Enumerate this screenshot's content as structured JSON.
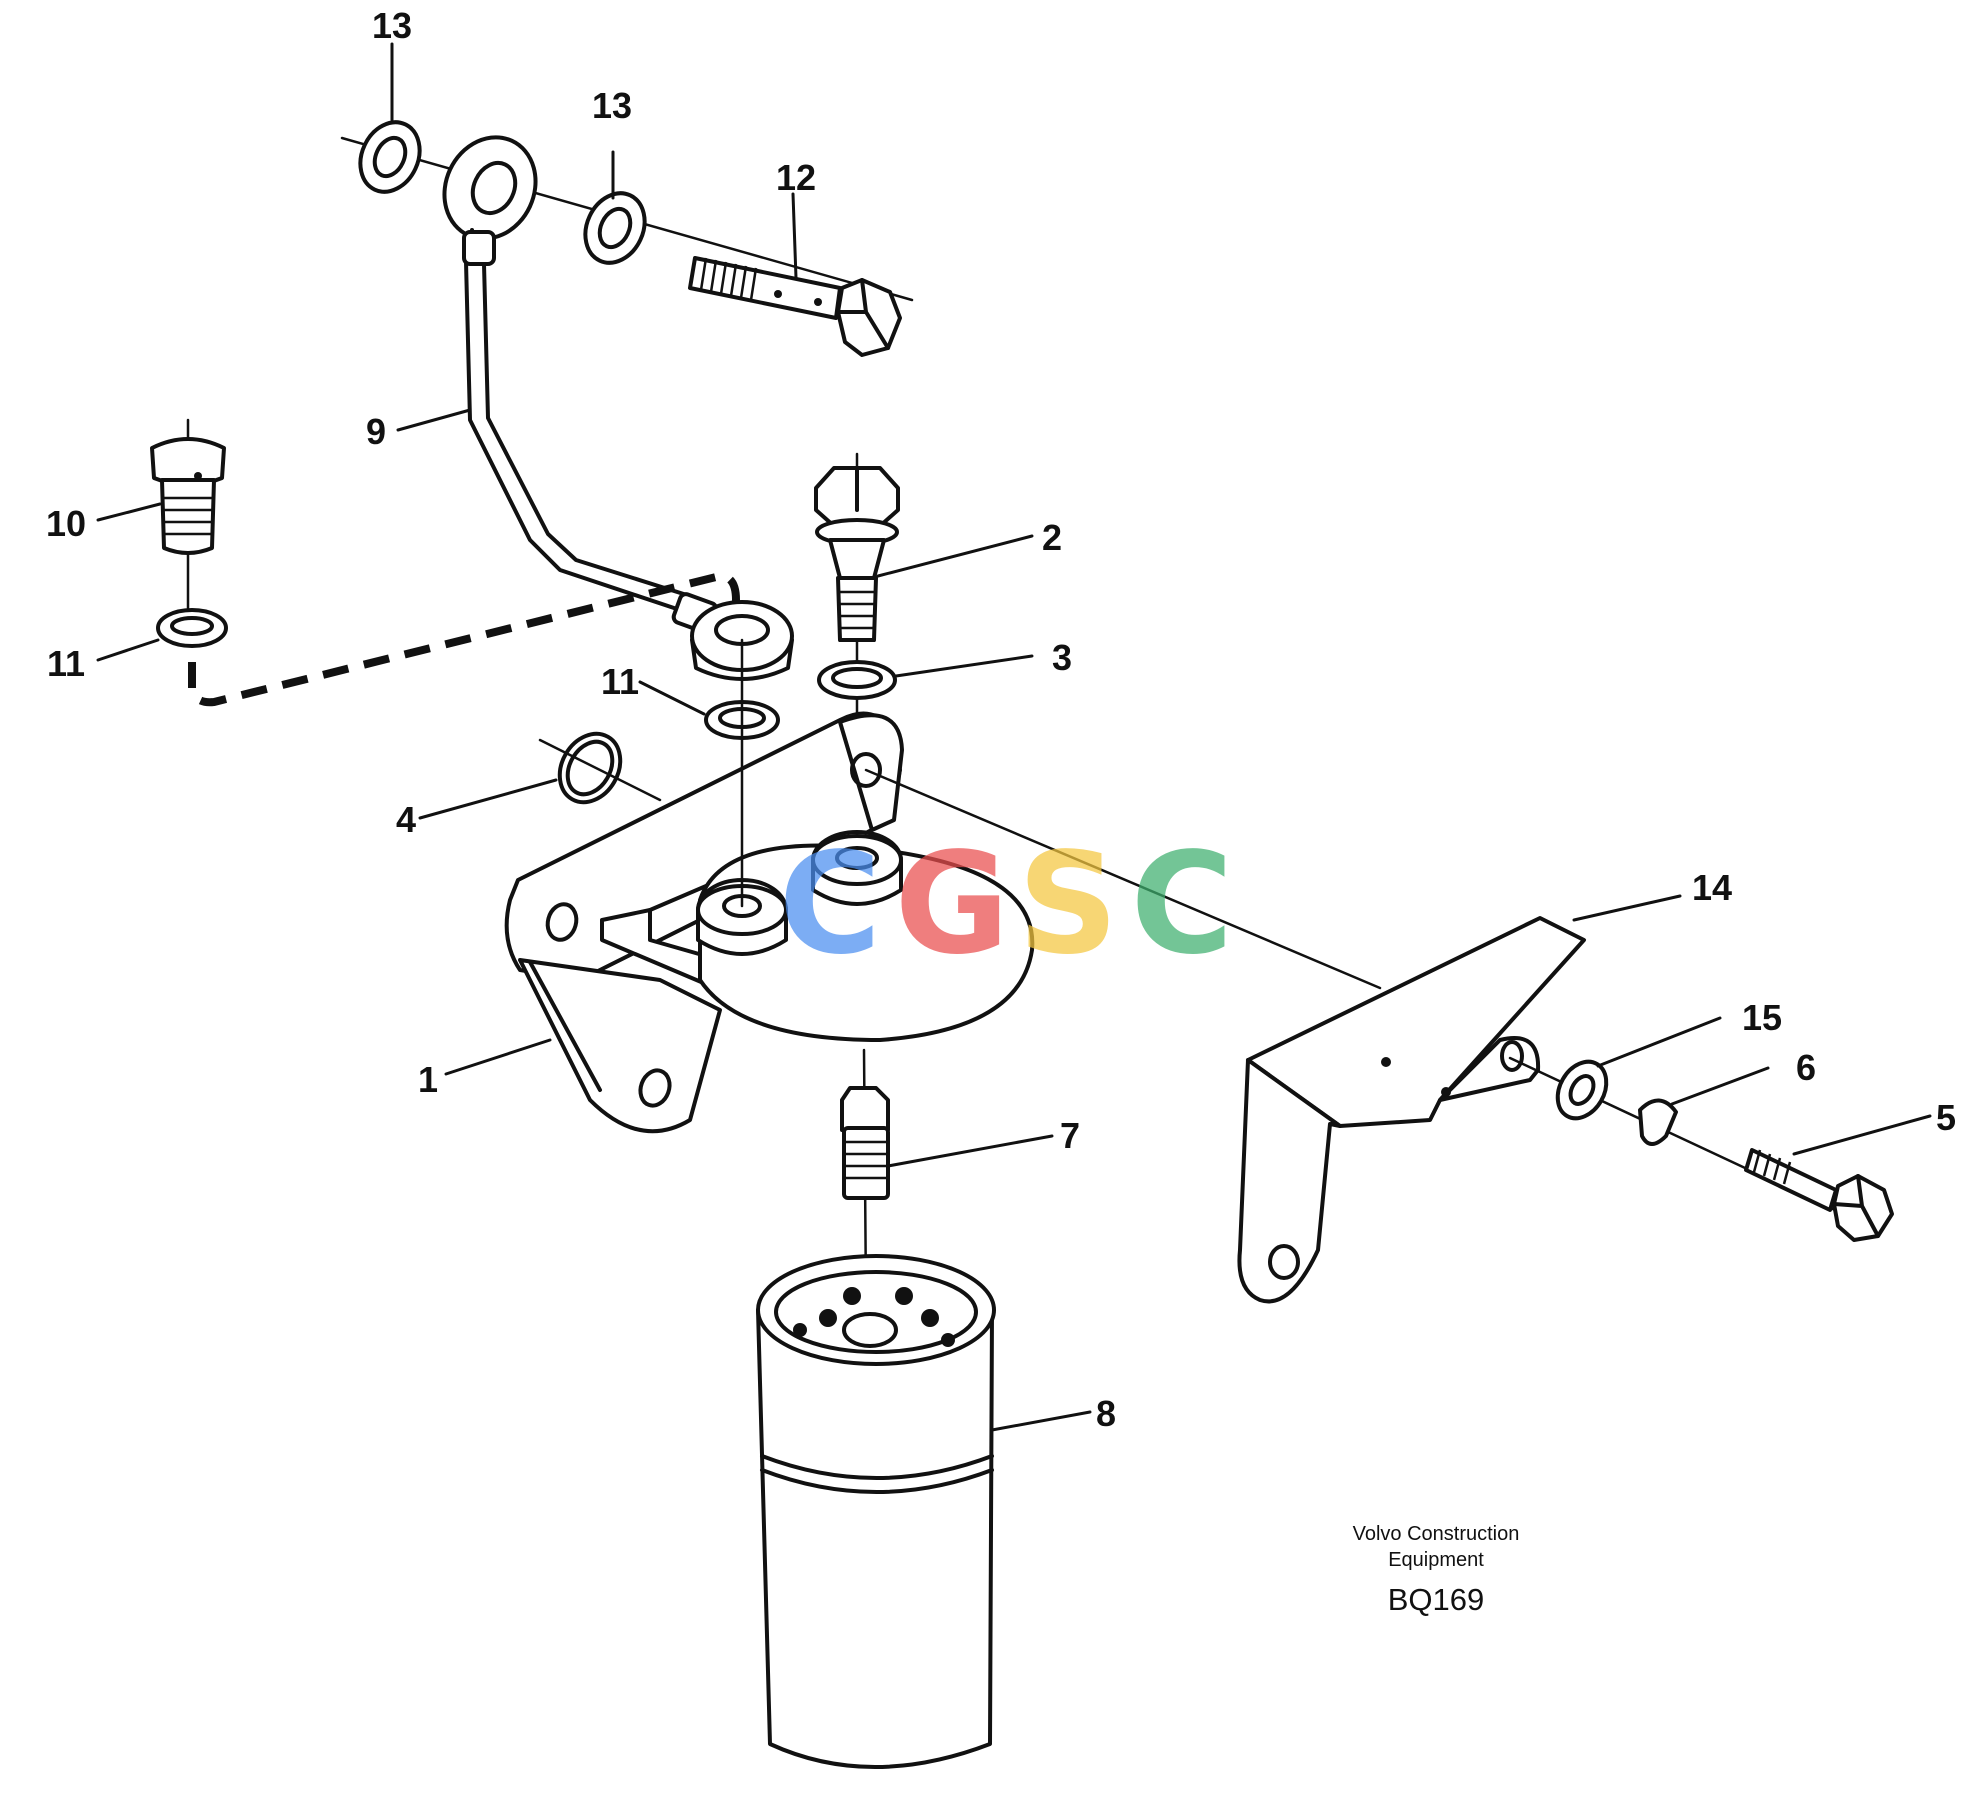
{
  "callouts": {
    "c1": "1",
    "c2": "2",
    "c3": "3",
    "c4": "4",
    "c5": "5",
    "c6": "6",
    "c7": "7",
    "c8": "8",
    "c9": "9",
    "c10": "10",
    "c11a": "11",
    "c11b": "11",
    "c12": "12",
    "c13a": "13",
    "c13b": "13",
    "c14": "14",
    "c15": "15"
  },
  "caption": {
    "line1": "Volvo Construction",
    "line2": "Equipment",
    "code": "BQ169"
  },
  "watermark": {
    "letters": [
      "C",
      "G",
      "S",
      "C"
    ],
    "colors": [
      "#4a8ef0",
      "#ea4d4d",
      "#f4c740",
      "#3eb06e"
    ]
  }
}
